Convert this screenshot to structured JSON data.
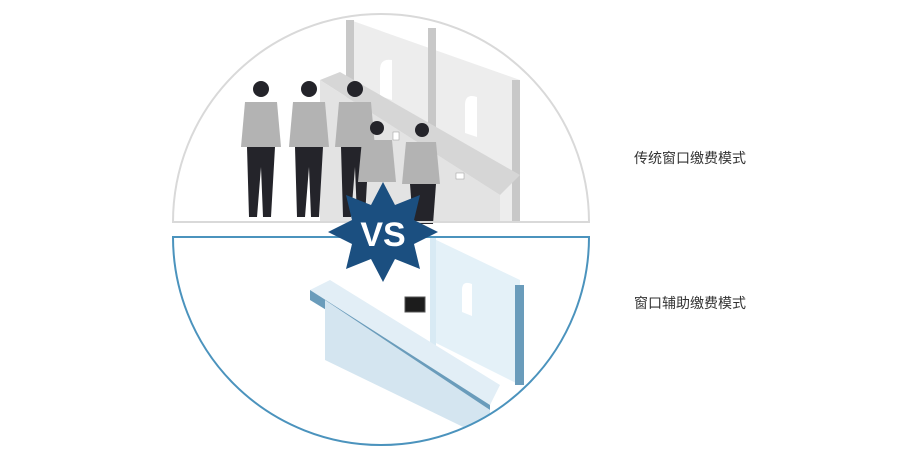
{
  "labels": {
    "traditional": "传统窗口缴费模式",
    "assisted": "窗口辅助缴费模式"
  },
  "badge": {
    "text": "VS",
    "color": "#1b4f80"
  },
  "colors": {
    "top_outline": "#d9d9d9",
    "bottom_outline": "#4b93bd",
    "figure_shirt": "#b3b3b3",
    "figure_dark": "#24242a"
  }
}
